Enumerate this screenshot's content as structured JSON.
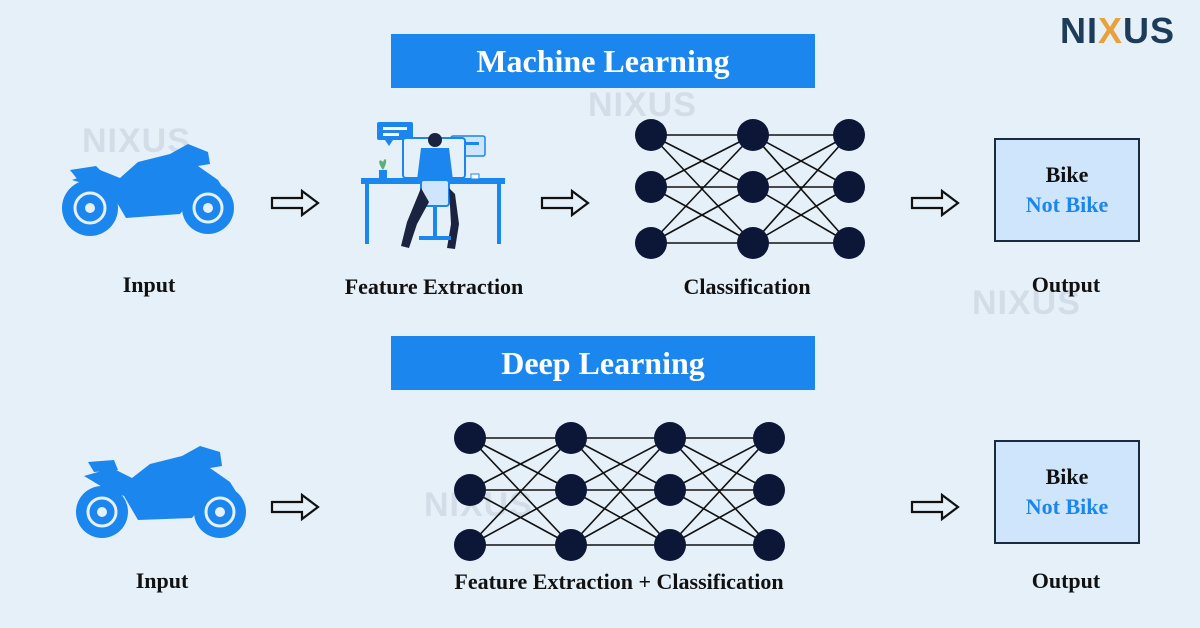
{
  "brand": {
    "logo_left": "NI",
    "logo_x": "X",
    "logo_right": "US"
  },
  "watermark": "NIXUS",
  "machine_learning": {
    "title": "Machine Learning",
    "input_label": "Input",
    "feature_label": "Feature Extraction",
    "classification_label": "Classification",
    "output_label": "Output",
    "output_option_1": "Bike",
    "output_option_2": "Not Bike"
  },
  "deep_learning": {
    "title": "Deep Learning",
    "input_label": "Input",
    "combined_label": "Feature Extraction + Classification",
    "output_label": "Output",
    "output_option_1": "Bike",
    "output_option_2": "Not Bike"
  },
  "colors": {
    "accent": "#1a86ee",
    "node": "#0c1738",
    "background": "#e6f0f8",
    "output_box": "#cfe5fb"
  },
  "icons": [
    "motorcycle-icon",
    "person-at-computer-icon",
    "neural-network-icon",
    "arrow-right-icon"
  ]
}
